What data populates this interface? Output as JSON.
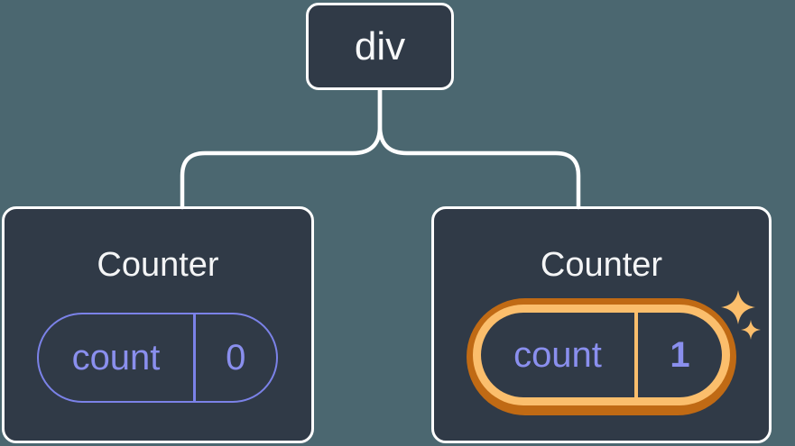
{
  "diagram": {
    "background_color": "#4B6770",
    "node_fill_color": "#303A47",
    "node_border_color": "#FFFFFF",
    "connector_color": "#FFFFFF",
    "root": {
      "label": "div"
    },
    "children": [
      {
        "title": "Counter",
        "highlighted": false,
        "state": {
          "label": "count",
          "value": "0"
        },
        "pill_color": "#7B82E8",
        "text_color": "#8A8FEE"
      },
      {
        "title": "Counter",
        "highlighted": true,
        "state": {
          "label": "count",
          "value": "1"
        },
        "pill_outer_color": "#C06A14",
        "pill_inner_color": "#FBBE6C",
        "text_color": "#8A8FEE",
        "icons": [
          "sparkle-large-icon",
          "sparkle-small-icon"
        ],
        "sparkle_color": "#FBBE6C"
      }
    ]
  }
}
